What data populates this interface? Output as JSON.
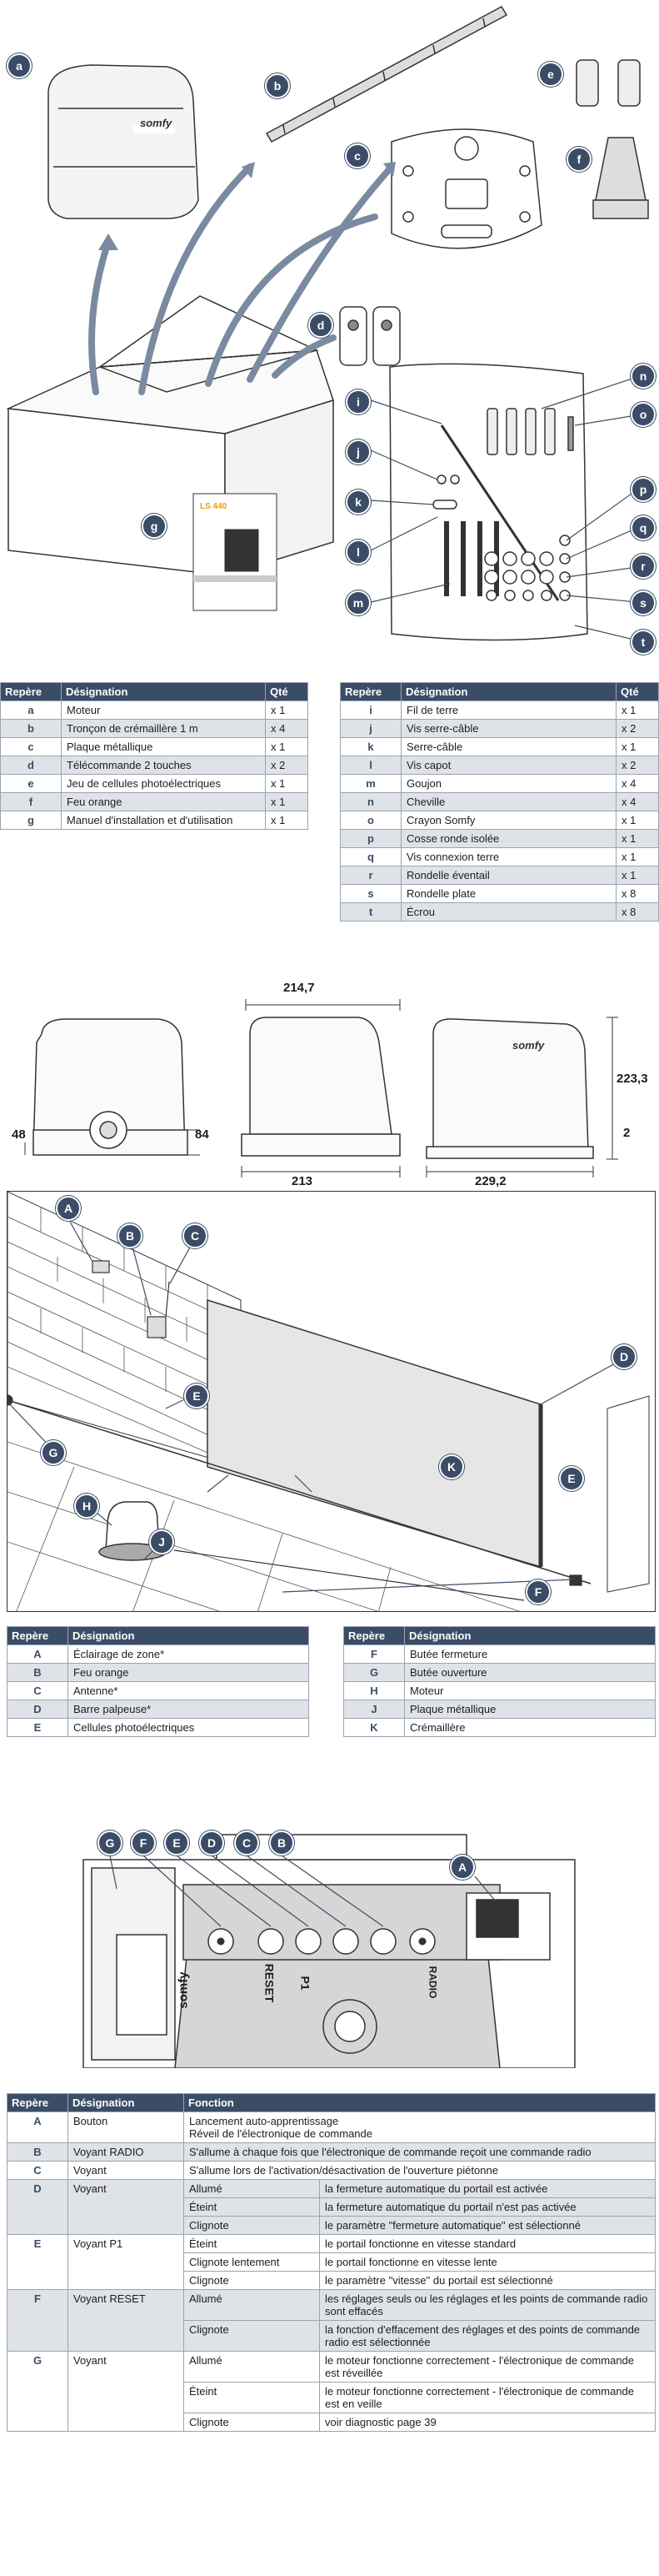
{
  "brand": "somfy",
  "kit_badges": [
    "a",
    "b",
    "c",
    "d",
    "e",
    "f",
    "g"
  ],
  "hardware_badges": [
    "i",
    "j",
    "k",
    "l",
    "m",
    "n",
    "o",
    "p",
    "q",
    "r",
    "s",
    "t"
  ],
  "manual_cover_title": "LS 440",
  "kit_table": {
    "headers": [
      "Repère",
      "Désignation",
      "Qté"
    ],
    "rows": [
      {
        "rep": "a",
        "des": "Moteur",
        "qty": "x 1"
      },
      {
        "rep": "b",
        "des": "Tronçon de crémaillère 1 m",
        "qty": "x 4"
      },
      {
        "rep": "c",
        "des": "Plaque métallique",
        "qty": "x 1"
      },
      {
        "rep": "d",
        "des": "Télécommande 2 touches",
        "qty": "x 2"
      },
      {
        "rep": "e",
        "des": "Jeu de cellules photoélectriques",
        "qty": "x 1"
      },
      {
        "rep": "f",
        "des": "Feu orange",
        "qty": "x 1"
      },
      {
        "rep": "g",
        "des": "Manuel d'installation et d'utilisation",
        "qty": "x 1"
      }
    ]
  },
  "hardware_table": {
    "headers": [
      "Repère",
      "Désignation",
      "Qté"
    ],
    "rows": [
      {
        "rep": "i",
        "des": "Fil de terre",
        "qty": "x 1"
      },
      {
        "rep": "j",
        "des": "Vis serre-câble",
        "qty": "x 2"
      },
      {
        "rep": "k",
        "des": "Serre-câble",
        "qty": "x 1"
      },
      {
        "rep": "l",
        "des": "Vis capot",
        "qty": "x 2"
      },
      {
        "rep": "m",
        "des": "Goujon",
        "qty": "x 4"
      },
      {
        "rep": "n",
        "des": "Cheville",
        "qty": "x 4"
      },
      {
        "rep": "o",
        "des": "Crayon Somfy",
        "qty": "x 1"
      },
      {
        "rep": "p",
        "des": "Cosse ronde isolée",
        "qty": "x 1"
      },
      {
        "rep": "q",
        "des": "Vis connexion terre",
        "qty": "x 1"
      },
      {
        "rep": "r",
        "des": "Rondelle éventail",
        "qty": "x 1"
      },
      {
        "rep": "s",
        "des": "Rondelle plate",
        "qty": "x 8"
      },
      {
        "rep": "t",
        "des": "Écrou",
        "qty": "x 8"
      }
    ]
  },
  "dimensions": {
    "d48": "48",
    "d84": "84",
    "d214": "214,7",
    "d213": "213",
    "d223": "223,3",
    "d2": "2",
    "d229": "229,2"
  },
  "install_badges": [
    "A",
    "B",
    "C",
    "D",
    "E",
    "E",
    "F",
    "G",
    "H",
    "J",
    "K"
  ],
  "install_table_left": {
    "headers": [
      "Repère",
      "Désignation"
    ],
    "rows": [
      {
        "rep": "A",
        "des": "Éclairage de zone*"
      },
      {
        "rep": "B",
        "des": "Feu orange"
      },
      {
        "rep": "C",
        "des": "Antenne*"
      },
      {
        "rep": "D",
        "des": "Barre palpeuse*"
      },
      {
        "rep": "E",
        "des": "Cellules photoélectriques"
      }
    ]
  },
  "install_table_right": {
    "headers": [
      "Repère",
      "Désignation"
    ],
    "rows": [
      {
        "rep": "F",
        "des": "Butée fermeture"
      },
      {
        "rep": "G",
        "des": "Butée ouverture"
      },
      {
        "rep": "H",
        "des": "Moteur"
      },
      {
        "rep": "J",
        "des": "Plaque métallique"
      },
      {
        "rep": "K",
        "des": "Crémaillère"
      }
    ]
  },
  "board": {
    "badges": [
      "G",
      "F",
      "E",
      "D",
      "C",
      "B",
      "A"
    ],
    "label_reset": "RESET",
    "label_p1": "P1",
    "label_radio": "RADIO"
  },
  "function_table": {
    "headers": [
      "Repère",
      "Désignation",
      "Fonction"
    ],
    "rows": [
      {
        "rep": "A",
        "des": "Bouton",
        "fn": [
          {
            "state": "",
            "text": "Lancement auto-apprentissage\nRéveil de l'électronique de commande"
          }
        ]
      },
      {
        "rep": "B",
        "des": "Voyant RADIO",
        "fn": [
          {
            "state": "",
            "text": "S'allume à chaque fois que l'électronique de commande reçoit une commande radio"
          }
        ]
      },
      {
        "rep": "C",
        "des": "Voyant",
        "fn": [
          {
            "state": "",
            "text": "S'allume lors de l'activation/désactivation de l'ouverture piétonne"
          }
        ]
      },
      {
        "rep": "D",
        "des": "Voyant",
        "fn": [
          {
            "state": "Allumé",
            "text": "la fermeture automatique du portail est activée"
          },
          {
            "state": "Éteint",
            "text": "la fermeture automatique du portail n'est pas activée"
          },
          {
            "state": "Clignote",
            "text": "le paramètre \"fermeture automatique\" est sélectionné"
          }
        ]
      },
      {
        "rep": "E",
        "des": "Voyant P1",
        "fn": [
          {
            "state": "Éteint",
            "text": "le portail fonctionne en vitesse standard"
          },
          {
            "state": "Clignote lentement",
            "text": "le portail fonctionne en vitesse lente"
          },
          {
            "state": "Clignote",
            "text": "le paramètre \"vitesse\" du portail est sélectionné"
          }
        ]
      },
      {
        "rep": "F",
        "des": "Voyant RESET",
        "fn": [
          {
            "state": "Allumé",
            "text": "les réglages seuls ou les réglages et les points de commande radio sont effacés"
          },
          {
            "state": "Clignote",
            "text": "la fonction d'effacement des réglages et des points de commande radio est sélectionnée"
          }
        ]
      },
      {
        "rep": "G",
        "des": "Voyant",
        "fn": [
          {
            "state": "Allumé",
            "text": "le moteur fonctionne correctement - l'électronique de commande est réveillée"
          },
          {
            "state": "Éteint",
            "text": "le moteur fonctionne correctement - l'électronique de commande est en veille"
          },
          {
            "state": "Clignote",
            "text": "voir diagnostic page 39"
          }
        ]
      }
    ]
  },
  "colors": {
    "header": "#3b4d66",
    "stripe": "#dfe3e8",
    "arrow": "#7a8aa0"
  }
}
